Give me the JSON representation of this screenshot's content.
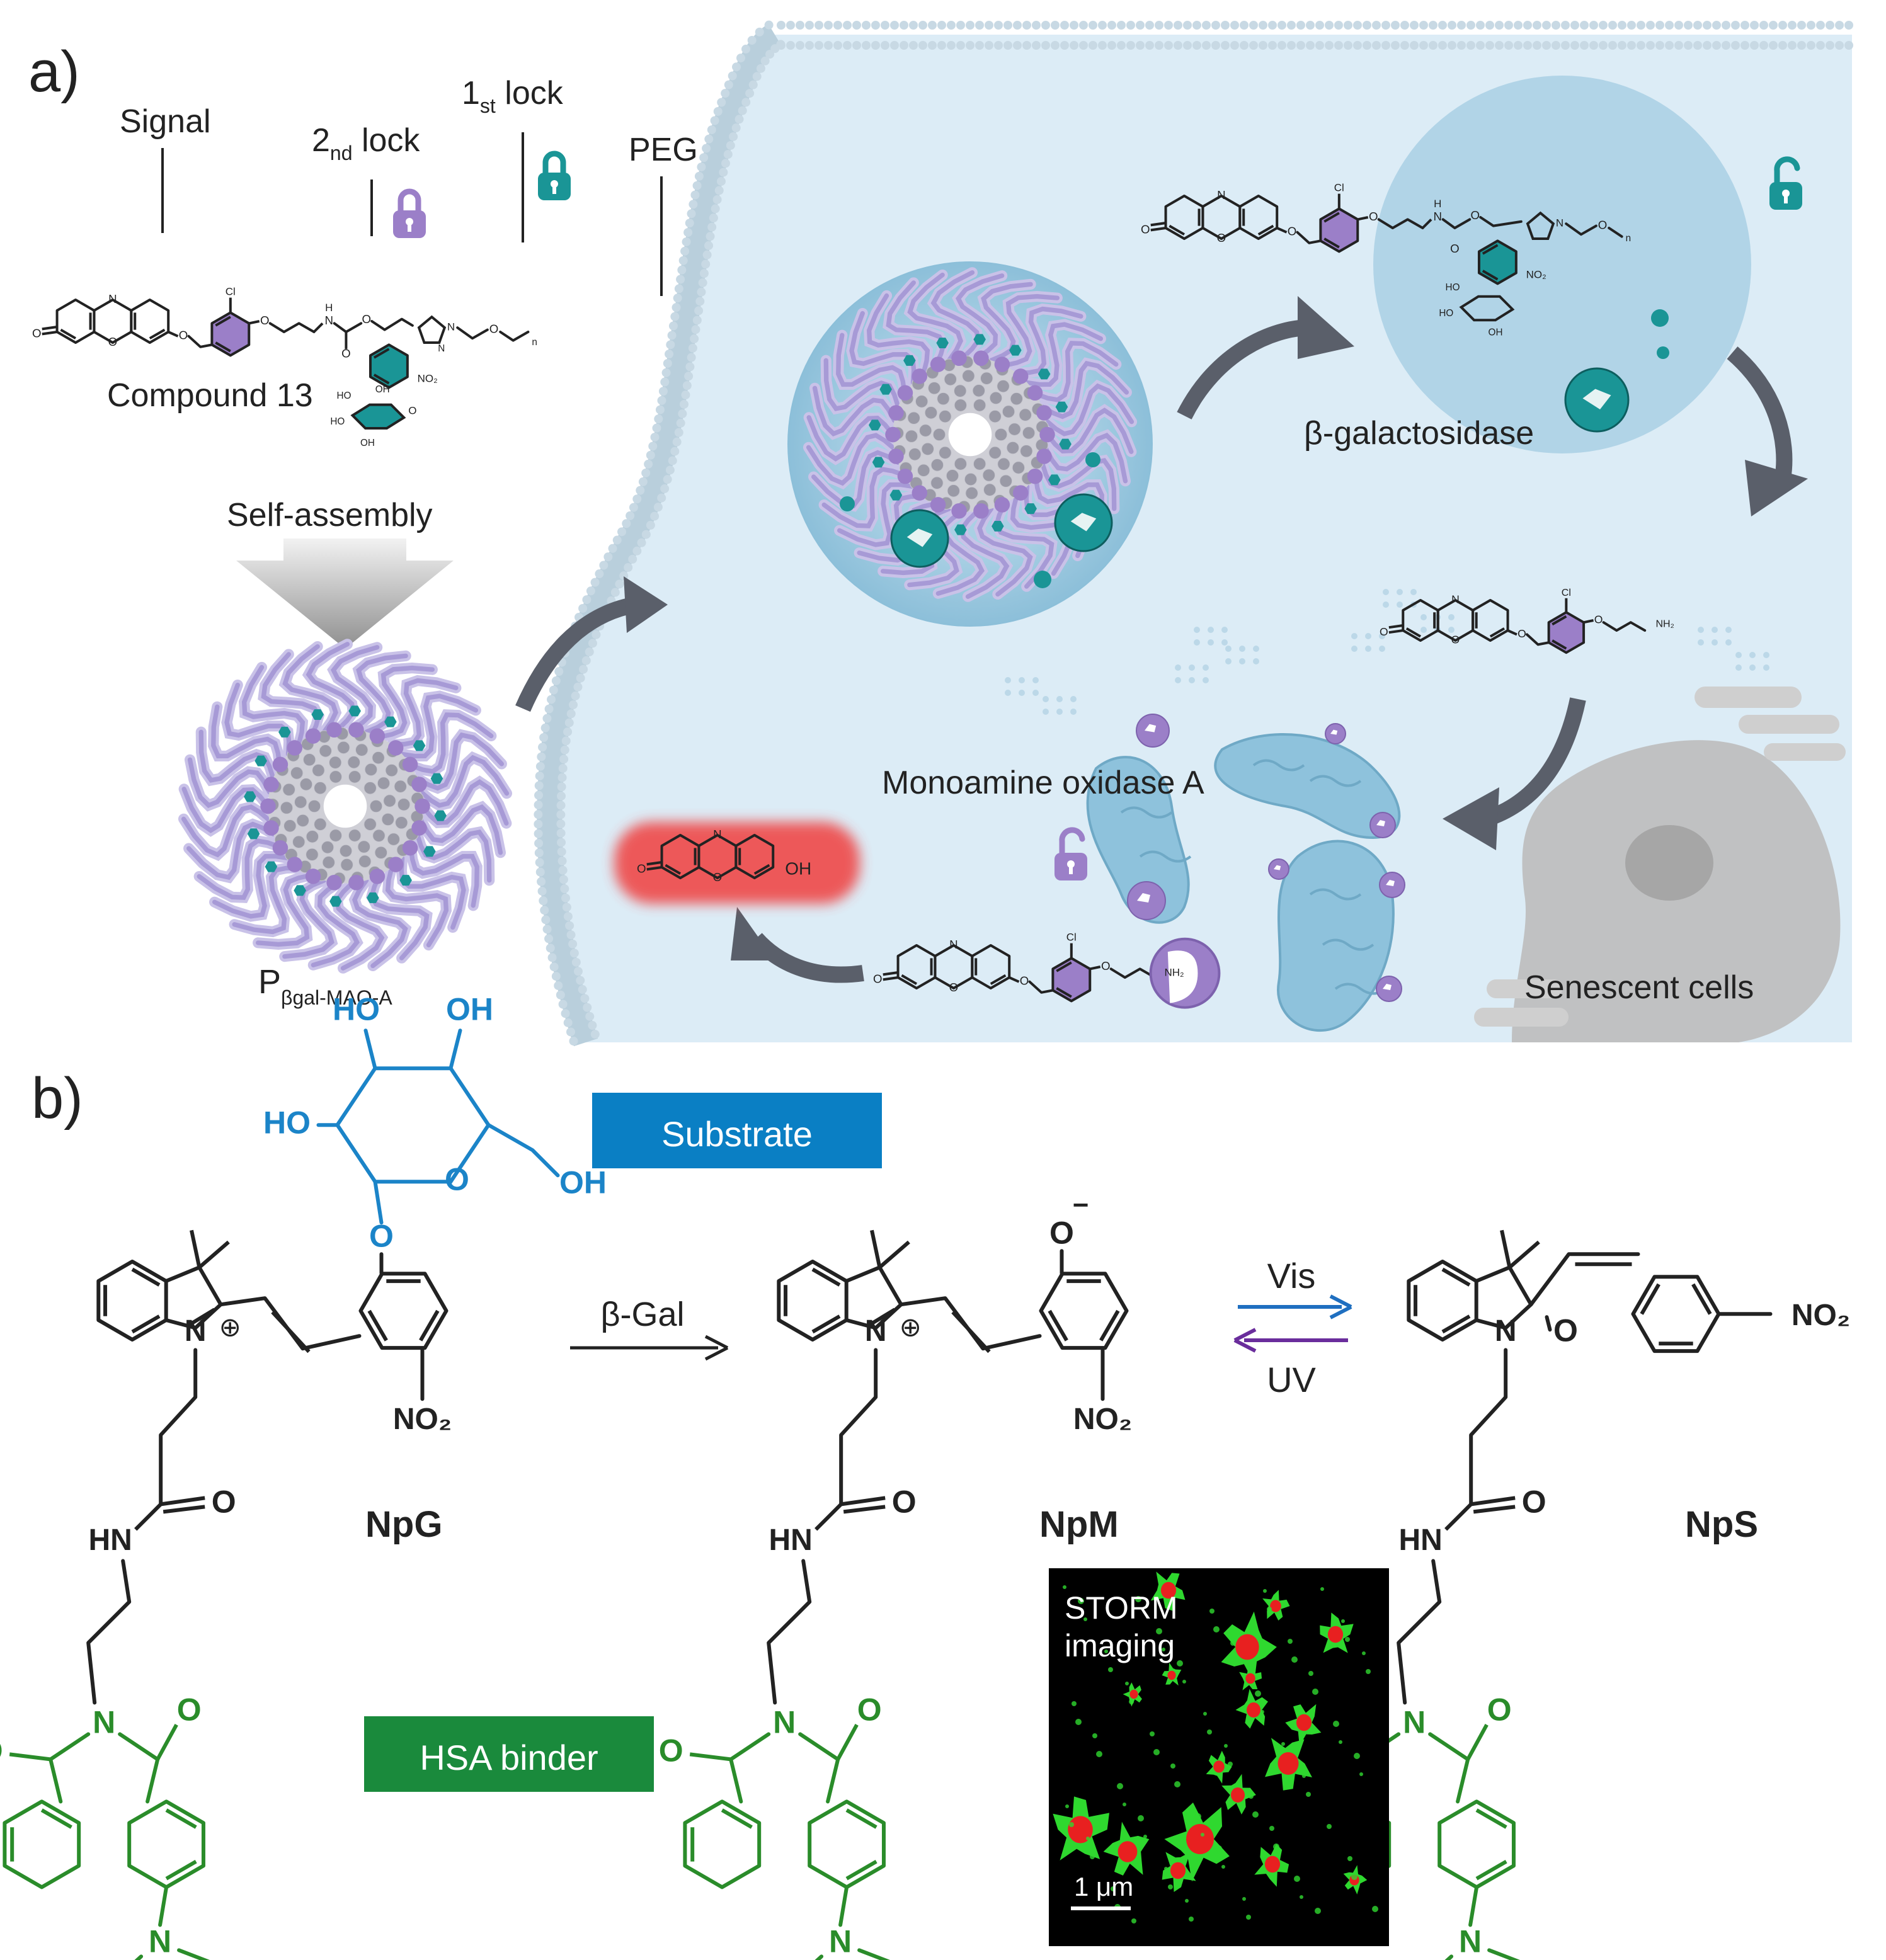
{
  "panel_a": {
    "label": "a)",
    "signal": "Signal",
    "lock2": {
      "main": "2",
      "sub": "nd",
      "rest": " lock"
    },
    "lock1": {
      "main": "1",
      "sub": "st",
      "rest": " lock"
    },
    "peg": "PEG",
    "compound": "Compound 13",
    "self_assembly": "Self-assembly",
    "nanoparticle": {
      "main": "P",
      "sub": "βgal-MAO-A"
    },
    "beta_gal": "β-galactosidase",
    "mao": "Monoamine oxidase A",
    "senescent": "Senescent cells",
    "atoms": {
      "N": "N",
      "O": "O",
      "Cl": "Cl",
      "H": "H",
      "NO2": "NO₂",
      "NH2": "NH₂",
      "OH": "OH",
      "HO": "HO",
      "n": "n"
    }
  },
  "panel_b": {
    "label": "b)",
    "substrate": "Substrate",
    "hsa": "HSA binder",
    "beta_gal": "β-Gal",
    "vis": "Vis",
    "uv": "UV",
    "npg": "NpG",
    "npm": "NpM",
    "nps": "NpS",
    "storm_line1": "STORM",
    "storm_line2": "imaging",
    "scale": "1 μm",
    "atoms": {
      "HO": "HO",
      "OH": "OH",
      "O": "O",
      "N": "N",
      "NO2": "NO₂",
      "HN": "HN",
      "plus": "⊕",
      "minus": "−"
    }
  },
  "colors": {
    "cell": "#dcecf6",
    "membrane": "#b9cfdc",
    "lock_purple": "#9b7fc8",
    "lock_teal": "#1a9596",
    "substrate_blue": "#0a7fc4",
    "hsa_green": "#1a8a3c",
    "green_struct": "#2a8c2a",
    "blue_struct": "#1b84c8",
    "vis_arrow": "#1f6fc0",
    "uv_arrow": "#6a2d9c",
    "arrow_grey": "#5a5f6a",
    "fluor_red": "#ef4848",
    "storm_bg": "#000000",
    "storm_green": "#2fd82f",
    "storm_red": "#e82020"
  }
}
